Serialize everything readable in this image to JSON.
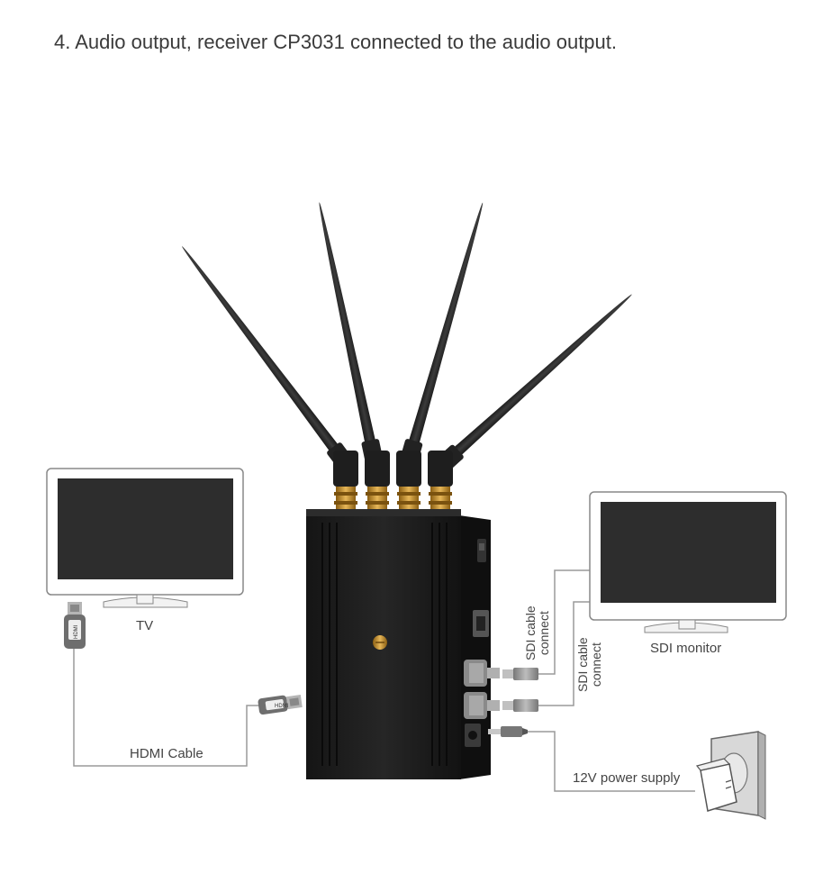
{
  "heading": "4. Audio output, receiver CP3031 connected to the audio output.",
  "labels": {
    "tv": "TV",
    "sdi_monitor": "SDI monitor",
    "hdmi_cable": "HDMI Cable",
    "power_supply": "12V power supply",
    "sdi_cable_1": [
      "SDI cable",
      "connect"
    ],
    "sdi_cable_2": [
      "SDI cable",
      "connect"
    ],
    "hdmi_plug_text": "HDMI"
  },
  "colors": {
    "device_body": "#1c1c1c",
    "antenna": "#2a2a2a",
    "brass": "#c8952a",
    "screen": "#2d2d2d",
    "line": "#999999"
  }
}
